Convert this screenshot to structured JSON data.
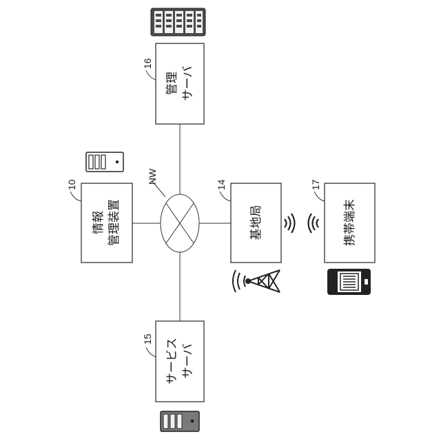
{
  "network": {
    "ref": "NW"
  },
  "nodes": {
    "info_manager": {
      "ref": "10",
      "line1": "情報",
      "line2": "管理装置"
    },
    "base_station": {
      "ref": "14",
      "line1": "基地局"
    },
    "service_server": {
      "ref": "15",
      "line1": "サービス",
      "line2": "サーバ"
    },
    "management_server": {
      "ref": "16",
      "line1": "管理",
      "line2": "サーバ"
    },
    "mobile_terminal": {
      "ref": "17",
      "line1": "携帯端末"
    }
  },
  "icons": [
    "server-rack-icon",
    "server-tower-icon",
    "tablet-icon",
    "cell-tower-icon",
    "wireless-signal-icon",
    "server-tower-gray-icon"
  ]
}
